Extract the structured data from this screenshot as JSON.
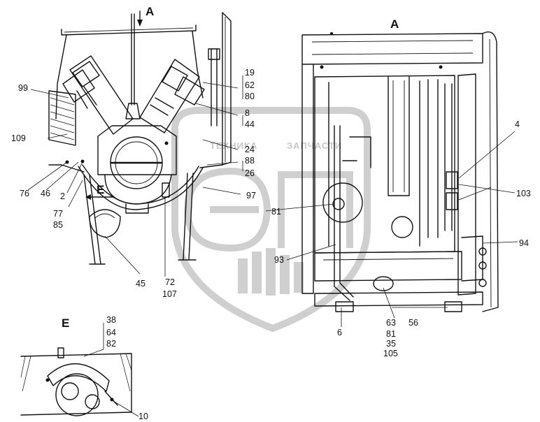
{
  "watermark": {
    "line1": "ТЕХНИКА",
    "line2": "ЗАПЧАСТИ",
    "logo": "ЭПО"
  },
  "views": {
    "top_arrow": "A",
    "right_view": "A",
    "left_arrow": "E",
    "detail_view": "E"
  },
  "callouts": {
    "c99": "99",
    "c109": "109",
    "c76": "76",
    "c46": "46",
    "c2": "2",
    "c77": "77",
    "c85": "85",
    "c45": "45",
    "c72": "72",
    "c107": "107",
    "c97": "97",
    "c81a": "81",
    "c19": "19",
    "c62": "62",
    "c80": "80",
    "c8": "8",
    "c44": "44",
    "c24": "24",
    "c88": "88",
    "c26": "26",
    "c93": "93",
    "c6": "6",
    "c63": "63",
    "c81b": "81",
    "c35": "35",
    "c105": "105",
    "c56": "56",
    "c4": "4",
    "c103": "103",
    "c94": "94",
    "c38": "38",
    "c64": "64",
    "c82": "82",
    "c10": "10"
  }
}
